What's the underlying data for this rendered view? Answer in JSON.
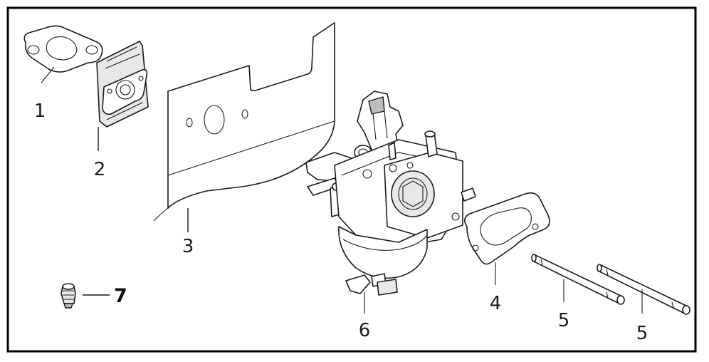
{
  "diagram": {
    "callouts": {
      "c1": "1",
      "c2": "2",
      "c3": "3",
      "c4": "4",
      "c5a": "5",
      "c5b": "5",
      "c6": "6",
      "c7": "7"
    }
  }
}
